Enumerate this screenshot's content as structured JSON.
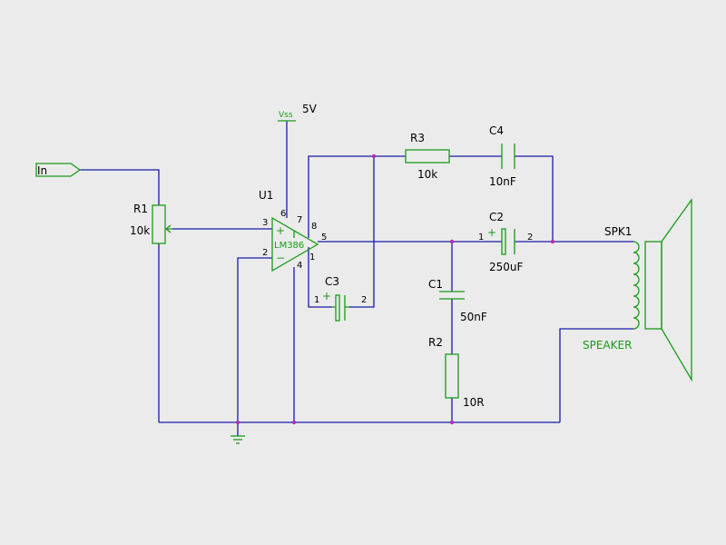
{
  "colors": {
    "background": "#ebebeb",
    "wire": "#1a1aa8",
    "component": "#1a9a1a",
    "junction": "#b030b0",
    "text": "#000000"
  },
  "input_port": {
    "label": "In"
  },
  "power": {
    "net": "Vss",
    "voltage": "5V"
  },
  "ground": {
    "icon": "ground-icon"
  },
  "u1": {
    "ref": "U1",
    "part": "LM386",
    "plus": "+",
    "minus": "−",
    "pins": {
      "p1": "1",
      "p2": "2",
      "p3": "3",
      "p4": "4",
      "p5": "5",
      "p6": "6",
      "p7": "7",
      "p8": "8"
    }
  },
  "r1": {
    "ref": "R1",
    "value": "10k"
  },
  "r2": {
    "ref": "R2",
    "value": "10R"
  },
  "r3": {
    "ref": "R3",
    "value": "10k"
  },
  "c1": {
    "ref": "C1",
    "value": "50nF"
  },
  "c2": {
    "ref": "C2",
    "value": "250uF",
    "pin1": "1",
    "pin2": "2",
    "polarity": "+"
  },
  "c3": {
    "ref": "C3",
    "pin1": "1",
    "pin2": "2",
    "polarity": "+"
  },
  "c4": {
    "ref": "C4",
    "value": "10nF"
  },
  "speaker": {
    "ref": "SPK1",
    "label": "SPEAKER"
  }
}
